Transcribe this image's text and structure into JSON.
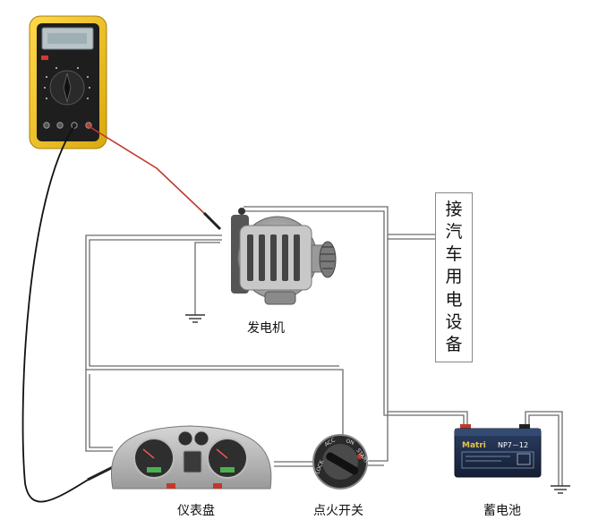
{
  "labels": {
    "generator": "发电机",
    "dashboard": "仪表盘",
    "ignition_switch": "点火开关",
    "battery": "蓄电池",
    "consumers": [
      "接",
      "汽",
      "车",
      "用",
      "电",
      "设",
      "备"
    ]
  },
  "battery_label": {
    "brand": "Matri",
    "model": "NP7－12"
  },
  "ignition_positions": [
    "LOCK",
    "ACC",
    "ON",
    "START"
  ],
  "colors": {
    "meter_body": "#f2c21b",
    "meter_face": "#1e1e1e",
    "lcd": "#b8c4c8",
    "probe_red": "#c0392b",
    "probe_black": "#111111",
    "wire": "#6b6b6b",
    "battery_body": "#1c2a44"
  }
}
